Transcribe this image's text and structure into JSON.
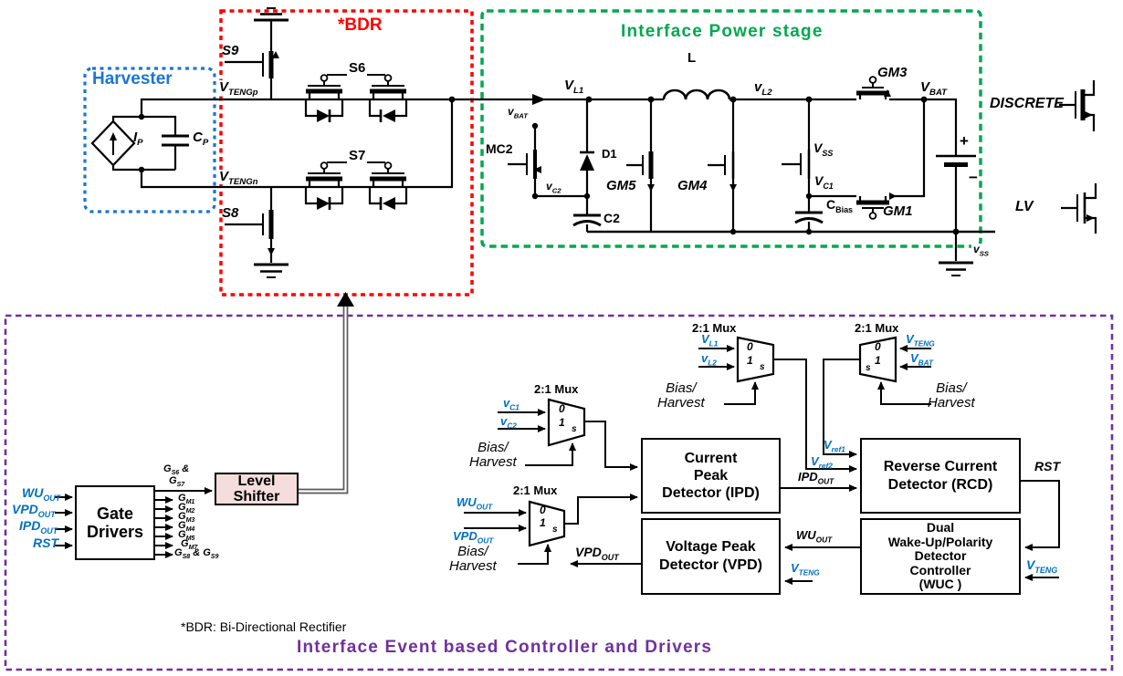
{
  "colors": {
    "harvester_box": "#1B75D4",
    "bdr_box": "#FF0000",
    "power_box": "#00A84F",
    "controller_box": "#7030A0",
    "signal_blue": "#0070C0",
    "level_shifter_fill": "#F4DDDC"
  },
  "top": {
    "harvester": {
      "title": "Harvester",
      "ip": {
        "b": "I",
        "s": "P"
      },
      "cp": {
        "b": "C",
        "s": "P"
      }
    },
    "bdr": {
      "title": "*BDR",
      "s9": "S9",
      "s6": "S6",
      "s7": "S7",
      "s8": "S8",
      "vtengp": {
        "b": "V",
        "s": "TENGp"
      },
      "vtengn": {
        "b": "V",
        "s": "TENGn"
      }
    },
    "power": {
      "title": "Interface Power stage",
      "vbat_node": {
        "b": "v",
        "s": "BAT"
      },
      "mc2": "MC2",
      "vc2_node": {
        "b": "v",
        "s": "C2"
      },
      "vl1": {
        "b": "V",
        "s": "L1"
      },
      "d1": "D1",
      "gm5": "GM5",
      "gm4": "GM4",
      "c2": "C2",
      "inductor": "L",
      "vl2": {
        "b": "v",
        "s": "L2"
      },
      "gm3": "GM3",
      "vbat": {
        "b": "V",
        "s": "BAT"
      },
      "vss": {
        "b": "V",
        "s": "SS"
      },
      "vc1": {
        "b": "V",
        "s": "C1"
      },
      "cbias": {
        "b": "C",
        "s": "Bias"
      },
      "gm1": "GM1",
      "plus": "+",
      "minus": "−",
      "vss_gnd": {
        "b": "v",
        "s": "SS"
      }
    },
    "legend": {
      "discrete": "DISCRETE",
      "lv": "LV"
    }
  },
  "controller": {
    "title": "Interface Event based Controller and Drivers",
    "footnote": "*BDR: Bi-Directional Rectifier",
    "gate_drivers": {
      "l1": "Gate",
      "l2": "Drivers"
    },
    "level_shifter": {
      "l1": "Level",
      "l2": "Shifter"
    },
    "mux": {
      "label": "2:1 Mux",
      "in0": "0",
      "in1": "1",
      "sel": "s"
    },
    "bias_harvest": {
      "l1": "Bias/",
      "l2": "Harvest"
    },
    "sig": {
      "wu": {
        "b": "WU",
        "s": "OUT"
      },
      "vpd": {
        "b": "VPD",
        "s": "OUT"
      },
      "ipd": {
        "b": "IPD",
        "s": "OUT"
      },
      "rst": "RST",
      "vc1": {
        "b": "v",
        "s": "C1"
      },
      "vc2": {
        "b": "v",
        "s": "C2"
      },
      "vl1": {
        "b": "V",
        "s": "L1"
      },
      "vl2": {
        "b": "v",
        "s": "L2"
      },
      "vteng": {
        "b": "V",
        "s": "TENG"
      },
      "vbat": {
        "b": "V",
        "s": "BAT"
      },
      "vref1": {
        "b": "V",
        "s": "ref1"
      },
      "vref2": {
        "b": "V",
        "s": "ref2"
      }
    },
    "driver_outputs": {
      "gs67_l1": {
        "b": "G",
        "s": "S6",
        "x": " &"
      },
      "gs67_l2": {
        "b": "G",
        "s": "S7"
      },
      "gm1": {
        "b": "G",
        "s": "M1"
      },
      "gm2": {
        "b": "G",
        "s": "M2"
      },
      "gm3": {
        "b": "G",
        "s": "M3"
      },
      "gm4": {
        "b": "G",
        "s": "M4"
      },
      "gm5": {
        "b": "G",
        "s": "M5"
      },
      "gm7": {
        "b": "G",
        "s": "M7"
      },
      "gs89": {
        "b1": "G",
        "s1": "S8",
        "mid": " & ",
        "b2": "G",
        "s2": "S9"
      }
    },
    "blocks": {
      "ipd": {
        "lines": [
          "Current",
          "Peak",
          "Detector (IPD)"
        ]
      },
      "vpd": {
        "lines": [
          "Voltage Peak",
          "Detector (VPD)"
        ]
      },
      "rcd": {
        "lines": [
          "Reverse Current",
          "Detector (RCD)"
        ]
      },
      "wuc": {
        "lines": [
          "Dual",
          "Wake-Up/Polarity",
          "Detector",
          "Controller",
          "(WUC )"
        ]
      }
    }
  }
}
